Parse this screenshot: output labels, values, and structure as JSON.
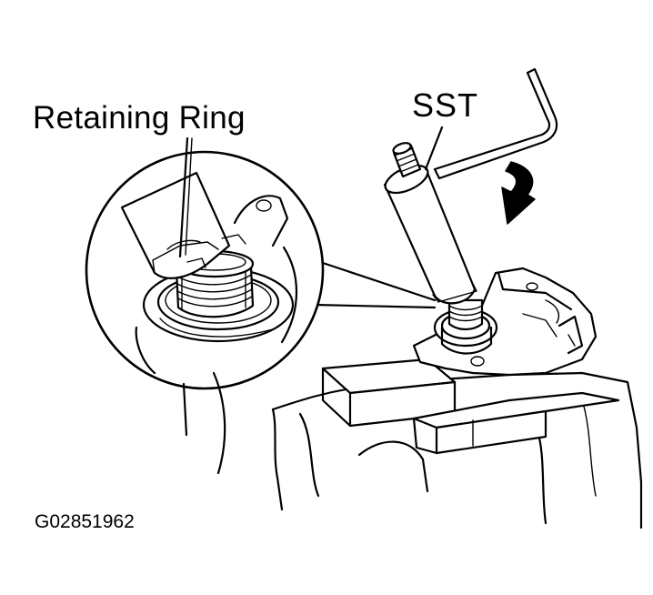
{
  "labels": {
    "retaining_ring": "Retaining Ring",
    "sst": "SST",
    "figure_id": "G02851962"
  },
  "colors": {
    "line": "#000000",
    "background": "#ffffff"
  }
}
